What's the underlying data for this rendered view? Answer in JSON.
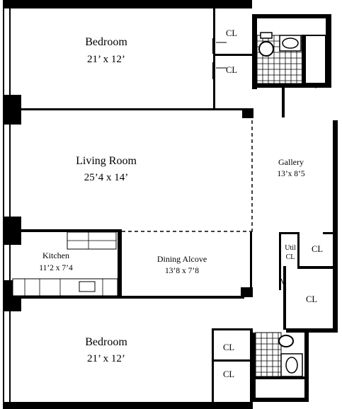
{
  "rooms": {
    "bedroom_top": {
      "name": "Bedroom",
      "dims": "21’ x 12’"
    },
    "living_room": {
      "name": "Living Room",
      "dims": "25’4 x 14’"
    },
    "gallery": {
      "name": "Gallery",
      "dims": "13’x 8’5"
    },
    "kitchen": {
      "name": "Kitchen",
      "dims": "11’2 x 7’4"
    },
    "dining_alcove": {
      "name": "Dining Alcove",
      "dims": "13’8 x 7’8"
    },
    "bedroom_bottom": {
      "name": "Bedroom",
      "dims": "21’ x 12’"
    }
  },
  "closets": {
    "cl": "CL",
    "util_line1": "Util",
    "util_line2": "CL"
  }
}
